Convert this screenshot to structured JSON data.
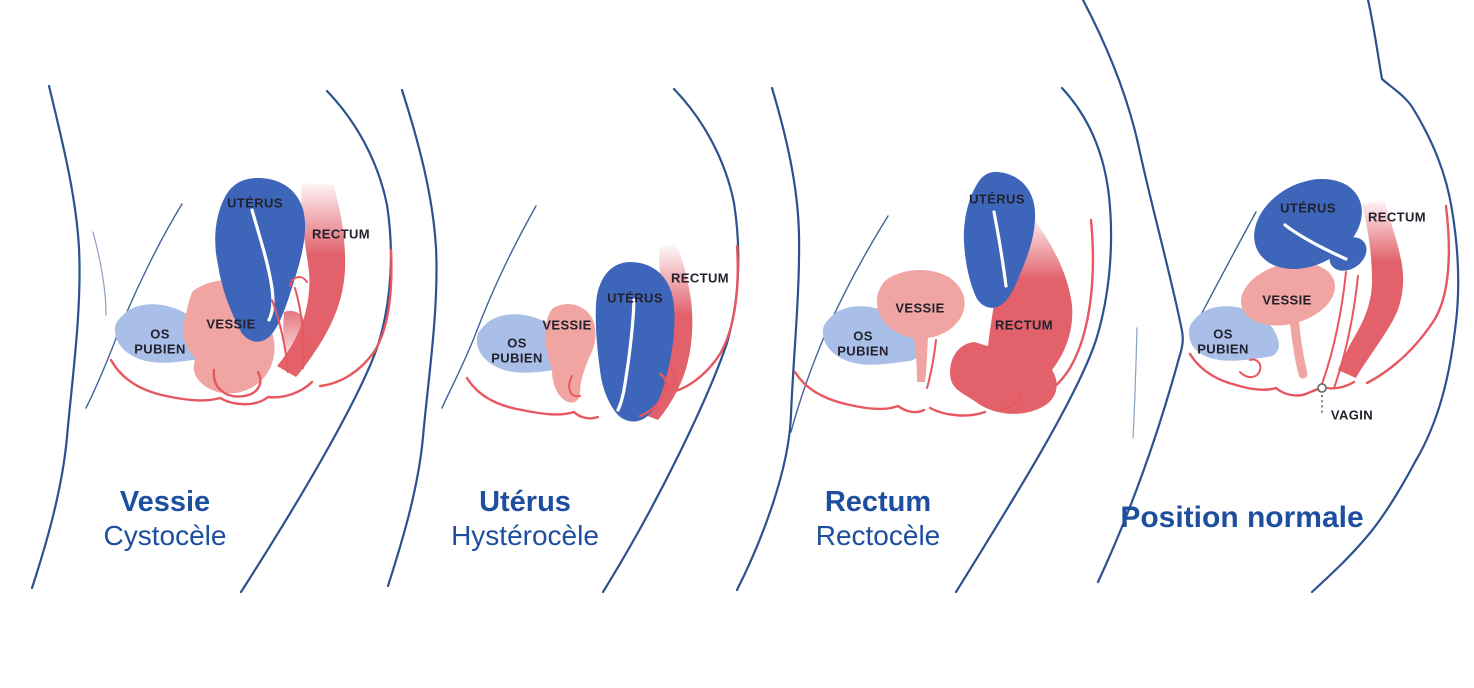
{
  "colors": {
    "uterus_blue": "#3d65ba",
    "bladder_pink": "#f0a5a2",
    "pubic_blue": "#a9bfe7",
    "rectum_red": "#e2616b",
    "outline_red": "#e8575f",
    "body_line": "#2b528f",
    "caption_blue": "#1d4f9e",
    "label_dark": "#24212e"
  },
  "panels": [
    {
      "id": "cystocele",
      "caption_title": "Vessie",
      "caption_subtitle": "Cystocèle",
      "labels": {
        "uterus": "UTÉRUS",
        "rectum": "RECTUM",
        "vessie": "VESSIE",
        "os_pubien": "OS\nPUBIEN"
      }
    },
    {
      "id": "hysterocele",
      "caption_title": "Utérus",
      "caption_subtitle": "Hystérocèle",
      "labels": {
        "uterus": "UTÉRUS",
        "rectum": "RECTUM",
        "vessie": "VESSIE",
        "os_pubien": "OS\nPUBIEN"
      }
    },
    {
      "id": "rectocele",
      "caption_title": "Rectum",
      "caption_subtitle": "Rectocèle",
      "labels": {
        "uterus": "UTÉRUS",
        "rectum": "RECTUM",
        "vessie": "VESSIE",
        "os_pubien": "OS\nPUBIEN"
      }
    },
    {
      "id": "position-normale",
      "caption_title": "Position normale",
      "caption_subtitle": "",
      "labels": {
        "uterus": "UTÉRUS",
        "rectum": "RECTUM",
        "vessie": "VESSIE",
        "os_pubien": "OS\nPUBIEN",
        "vagin": "VAGIN"
      }
    }
  ]
}
